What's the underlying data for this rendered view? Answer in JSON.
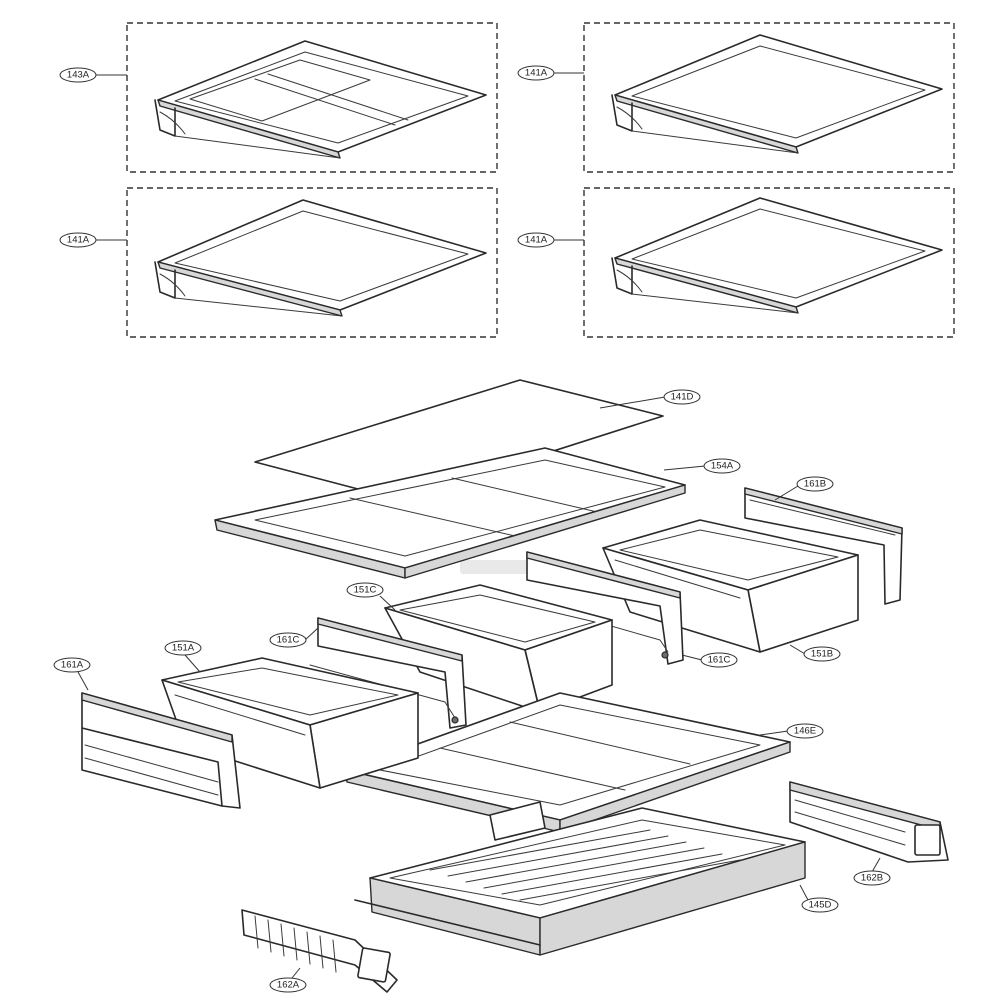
{
  "diagram": {
    "callouts": {
      "c143A": "143A",
      "c141A_1": "141A",
      "c141A_2": "141A",
      "c141A_3": "141A",
      "c141D": "141D",
      "c154A": "154A",
      "c161B": "161B",
      "c151C": "151C",
      "c161C_1": "161C",
      "c161C_2": "161C",
      "c151B": "151B",
      "c151A": "151A",
      "c161A": "161A",
      "c146E": "146E",
      "c162B": "162B",
      "c145D": "145D",
      "c162A": "162A"
    }
  }
}
